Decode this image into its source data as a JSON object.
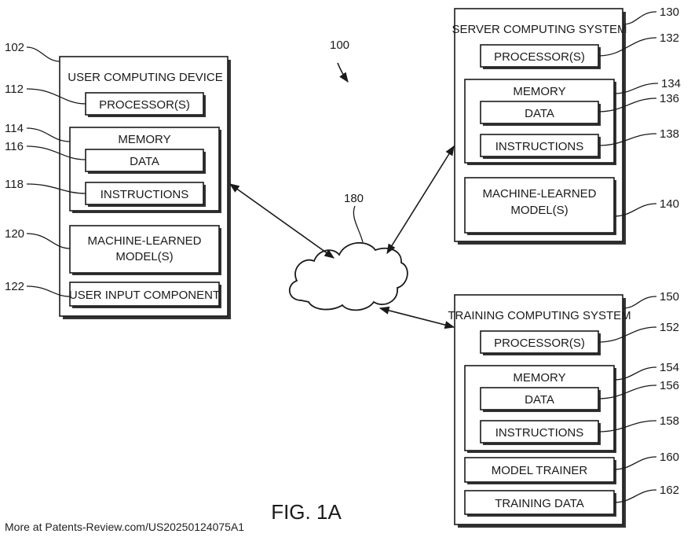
{
  "figure_number": "100",
  "figure_caption": "FIG. 1A",
  "footer_text": "More at Patents-Review.com/US20250124075A1",
  "network": {
    "ref": "180"
  },
  "user_device": {
    "ref": "102",
    "title": "USER COMPUTING DEVICE",
    "processor": {
      "label": "PROCESSOR(S)",
      "ref": "112"
    },
    "memory": {
      "label": "MEMORY",
      "ref": "114"
    },
    "data": {
      "label": "DATA",
      "ref": "116"
    },
    "instructions": {
      "label": "INSTRUCTIONS",
      "ref": "118"
    },
    "model": {
      "label_line1": "MACHINE-LEARNED",
      "label_line2": "MODEL(S)",
      "ref": "120"
    },
    "input": {
      "label": "USER INPUT COMPONENT",
      "ref": "122"
    }
  },
  "server": {
    "ref": "130",
    "title": "SERVER COMPUTING SYSTEM",
    "processor": {
      "label": "PROCESSOR(S)",
      "ref": "132"
    },
    "memory": {
      "label": "MEMORY",
      "ref": "134"
    },
    "data": {
      "label": "DATA",
      "ref": "136"
    },
    "instructions": {
      "label": "INSTRUCTIONS",
      "ref": "138"
    },
    "model": {
      "label_line1": "MACHINE-LEARNED",
      "label_line2": "MODEL(S)",
      "ref": "140"
    }
  },
  "training": {
    "ref": "150",
    "title": "TRAINING COMPUTING SYSTEM",
    "processor": {
      "label": "PROCESSOR(S)",
      "ref": "152"
    },
    "memory": {
      "label": "MEMORY",
      "ref": "154"
    },
    "data": {
      "label": "DATA",
      "ref": "156"
    },
    "instructions": {
      "label": "INSTRUCTIONS",
      "ref": "158"
    },
    "trainer": {
      "label": "MODEL TRAINER",
      "ref": "160"
    },
    "training_data": {
      "label": "TRAINING DATA",
      "ref": "162"
    }
  }
}
